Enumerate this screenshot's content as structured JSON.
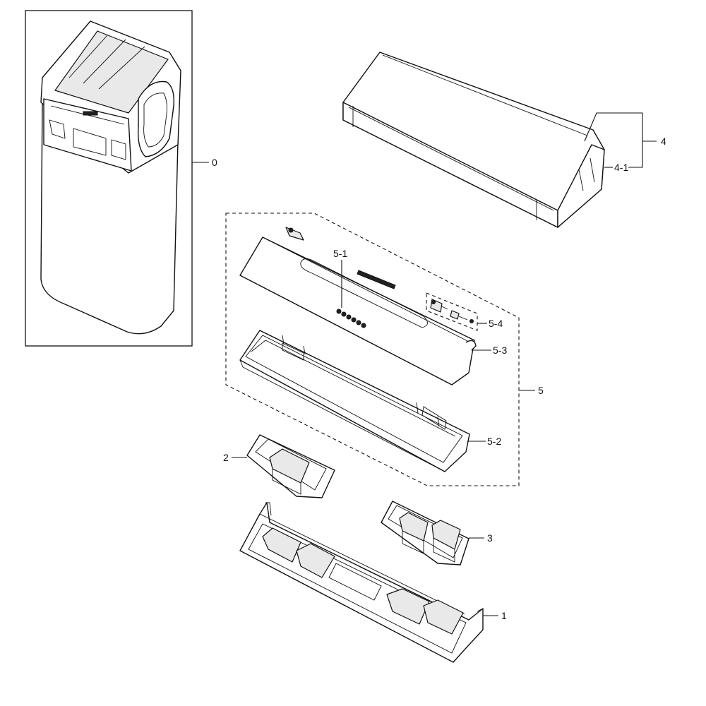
{
  "callouts": {
    "c0": "0",
    "c1": "1",
    "c2": "2",
    "c3": "3",
    "c4": "4",
    "c4_1": "4-1",
    "c5": "5",
    "c5_1": "5-1",
    "c5_2": "5-2",
    "c5_3": "5-3",
    "c5_4": "5-4"
  },
  "colors": {
    "line": "#111111",
    "background": "#ffffff"
  }
}
